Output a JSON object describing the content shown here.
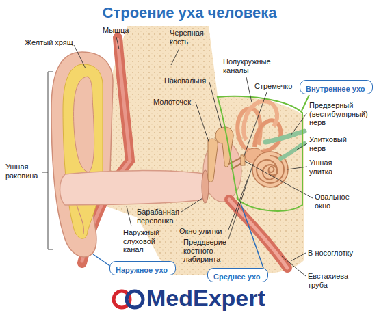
{
  "diagram": {
    "title": "Строение уха человека",
    "nodes": [
      {
        "text": [
          "Внутреннее ухо"
        ]
      },
      {
        "text": [
          "Наружное ухо"
        ]
      },
      {
        "text": [
          "Среднее ухо"
        ]
      }
    ],
    "labels": [
      "Желтый хрящ",
      "Мышца",
      "Черепная кость",
      "Полукружные каналы",
      "Наковальня",
      "Стремечко",
      "Молоточек",
      "Предверный (вестибулярный) нерв",
      "Улитковый нерв",
      "Ушная улитка",
      "Ушная раковина",
      "Овальное окно",
      "Барабанная перепонка",
      "Окно улитки",
      "Наружный слуховой канал",
      "Преддверие костного лабиринта",
      "В носоглотку",
      "Евстахиева труба",
      "MedExpert"
    ]
  }
}
